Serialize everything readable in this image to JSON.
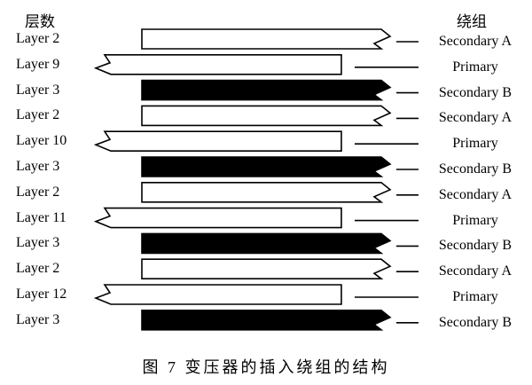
{
  "header": {
    "layer_col": "层数",
    "winding_col": "绕组"
  },
  "rows": [
    {
      "layer": "Layer 2",
      "winding": "Secondary A",
      "kind": "secA"
    },
    {
      "layer": "Layer 9",
      "winding": "Primary",
      "kind": "pri"
    },
    {
      "layer": "Layer 3",
      "winding": "Secondary B",
      "kind": "secB"
    },
    {
      "layer": "Layer 2",
      "winding": "Secondary A",
      "kind": "secA"
    },
    {
      "layer": "Layer 10",
      "winding": "Primary",
      "kind": "pri"
    },
    {
      "layer": "Layer 3",
      "winding": "Secondary B",
      "kind": "secB"
    },
    {
      "layer": "Layer 2",
      "winding": "Secondary A",
      "kind": "secA"
    },
    {
      "layer": "Layer 11",
      "winding": "Primary",
      "kind": "pri"
    },
    {
      "layer": "Layer 3",
      "winding": "Secondary B",
      "kind": "secB"
    },
    {
      "layer": "Layer 2",
      "winding": "Secondary A",
      "kind": "secA"
    },
    {
      "layer": "Layer 12",
      "winding": "Primary",
      "kind": "pri"
    },
    {
      "layer": "Layer 3",
      "winding": "Secondary B",
      "kind": "secB"
    }
  ],
  "caption": "图 7   变压器的插入绕组的结构"
}
